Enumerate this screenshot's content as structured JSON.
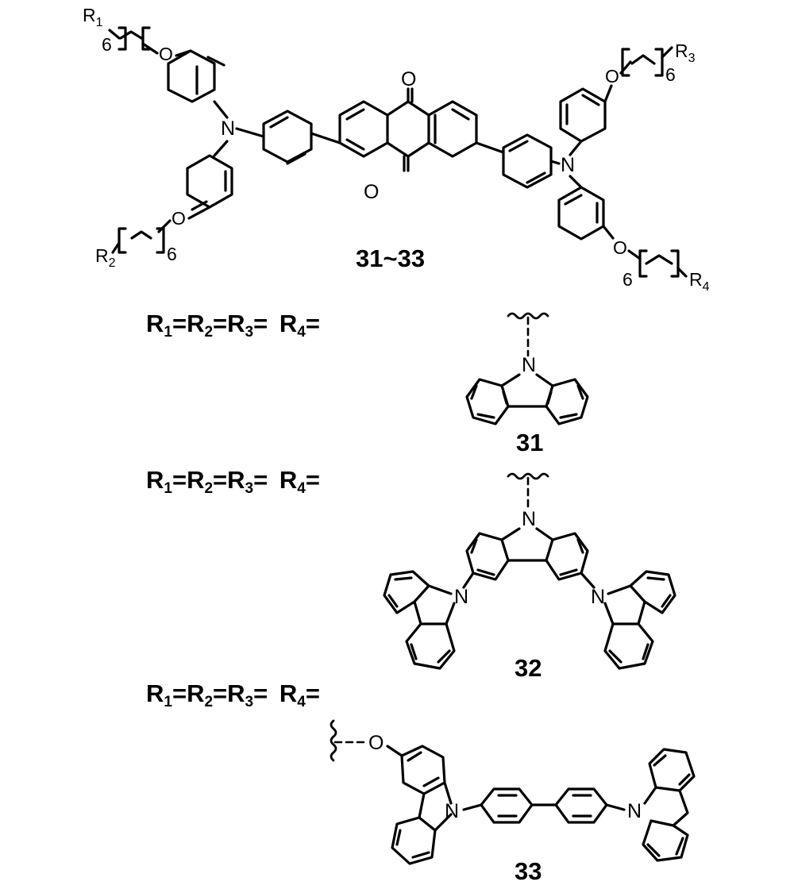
{
  "core": {
    "label": "31~33",
    "atoms": {
      "N": "N",
      "O": "O"
    },
    "substituents": {
      "R1": "R",
      "R1_sub": "1",
      "R2": "R",
      "R2_sub": "2",
      "R3": "R",
      "R3_sub": "3",
      "R4": "R",
      "R4_sub": "4"
    },
    "repeat": "6"
  },
  "equation": {
    "R": "R",
    "sub1": "1",
    "sub2": "2",
    "sub3": "3",
    "sub4": "4",
    "eq": "=",
    "eq_last": "= "
  },
  "compounds": [
    {
      "label": "31"
    },
    {
      "label": "32"
    },
    {
      "label": "33"
    }
  ]
}
